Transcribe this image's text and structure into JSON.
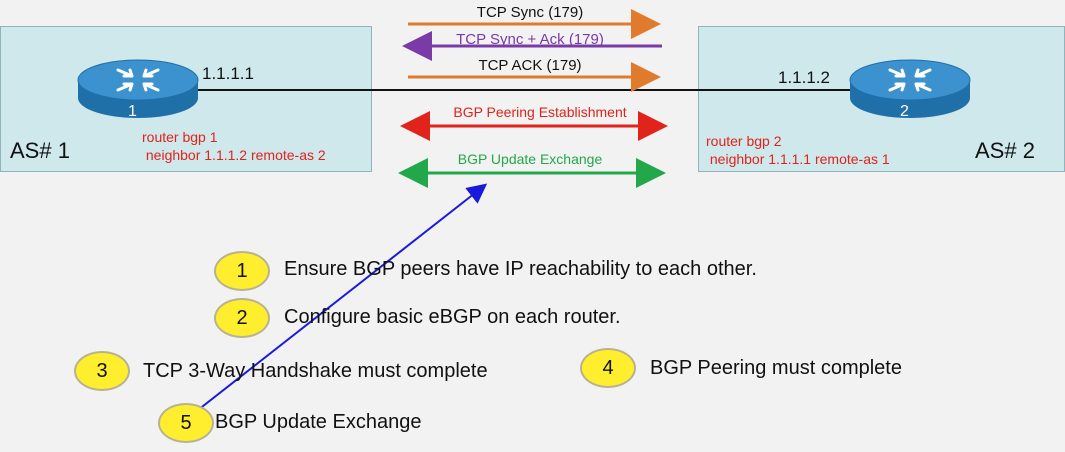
{
  "left_as": {
    "label": "AS# 1",
    "router_number": "1",
    "ip": "1.1.1.1",
    "config_lines": [
      "router bgp 1",
      " neighbor 1.1.1.2 remote-as 2"
    ]
  },
  "right_as": {
    "label": "AS# 2",
    "router_number": "2",
    "ip": "1.1.1.2",
    "config_lines": [
      "router bgp 2",
      " neighbor 1.1.1.1 remote-as 1"
    ]
  },
  "messages": [
    {
      "label": "TCP  Sync (179)",
      "direction": "right",
      "color": "#e07b2e"
    },
    {
      "label": "TCP  Sync + Ack (179)",
      "direction": "left",
      "color": "#7a3aa8"
    },
    {
      "label": "TCP  ACK (179)",
      "direction": "right",
      "color": "#e07b2e"
    },
    {
      "label": "BGP Peering Establishment",
      "direction": "both",
      "color": "#e0231b"
    },
    {
      "label": "BGP Update Exchange",
      "direction": "both",
      "color": "#22a84a"
    }
  ],
  "steps": [
    {
      "number": "1",
      "text": "Ensure BGP peers have IP reachability to each other."
    },
    {
      "number": "2",
      "text": "Configure basic eBGP on each router."
    },
    {
      "number": "3",
      "text": "TCP 3-Way Handshake must complete"
    },
    {
      "number": "4",
      "text": "BGP Peering must complete"
    },
    {
      "number": "5",
      "text": "BGP Update Exchange"
    }
  ],
  "colors": {
    "router_body": "#2e86c1",
    "pointer_arrow": "#1a1adc",
    "link": "#111111"
  }
}
